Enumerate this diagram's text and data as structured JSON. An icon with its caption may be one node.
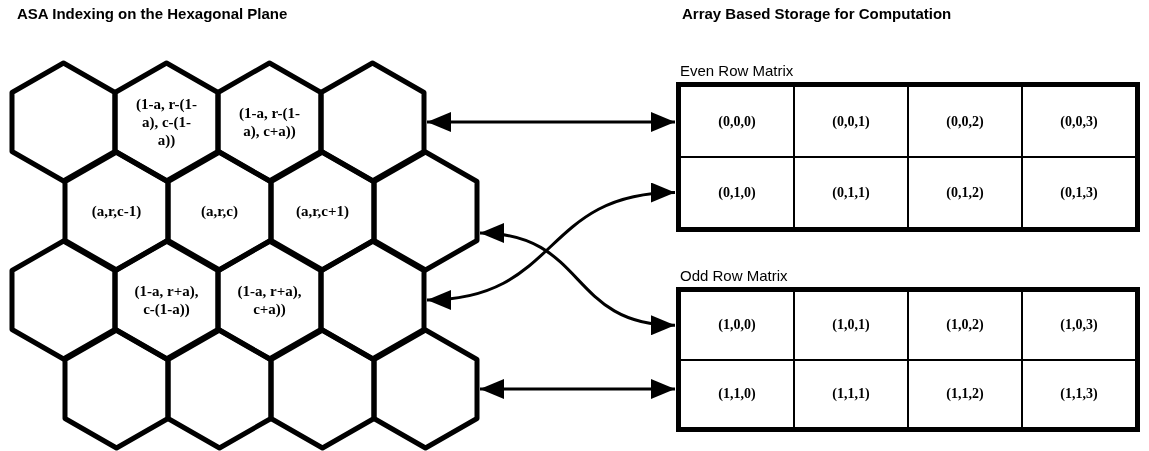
{
  "diagram": {
    "nodes": [
      {
        "text": [],
        "shape": "hexagon"
      },
      {
        "text": [
          "(1-a, r-(1-a), c-(1-a))"
        ]
      },
      {
        "text": [
          "(1-a, r-(1-a), c+a))"
        ]
      },
      {
        "text": [],
        "shape": "hexagon"
      },
      {
        "text": [
          "(a,r,c-1)"
        ]
      },
      {
        "text": [
          "(a,r,c)"
        ]
      },
      {
        "text": [
          "(a,r,c+1)"
        ]
      },
      {
        "text": [],
        "shape": "hexagon"
      },
      {
        "text": [],
        "shape": "hexagon"
      },
      {
        "text": [
          "(1-a, r+a), c-(1-a))"
        ]
      },
      {
        "text": [
          "(1-a, r+a), c+a))"
        ]
      },
      {
        "text": [],
        "shape": "hexagon"
      },
      {
        "text": [],
        "shape": "hexagon"
      },
      {
        "text": [],
        "shape": "hexagon"
      },
      {
        "text": [],
        "shape": "hexagon"
      },
      {
        "text": [],
        "shape": "hexagon"
      },
      {
        "text": [
          "Even Row Matrix"
        ]
      },
      {
        "text": [
          "(0,0,0)"
        ],
        "in": 16
      },
      {
        "text": [
          "(0,0,1)"
        ],
        "in": 16
      },
      {
        "text": [
          "(0,0,2)"
        ],
        "in": 16
      },
      {
        "text": [
          "(0,0,3)"
        ],
        "in": 16
      },
      {
        "text": [
          "(0,1,0)"
        ],
        "in": 16
      },
      {
        "text": [
          "(0,1,1)"
        ],
        "in": 16
      },
      {
        "text": [
          "(0,1,2)"
        ],
        "in": 16
      },
      {
        "text": [
          "(0,1,3)"
        ],
        "in": 16
      },
      {
        "text": [
          "Odd Row Matrix"
        ]
      },
      {
        "text": [
          "(1,0,0)"
        ],
        "in": 25
      },
      {
        "text": [
          "(1,0,1)"
        ],
        "in": 25
      },
      {
        "text": [
          "(1,0,2)"
        ],
        "in": 25
      },
      {
        "text": [
          "(1,0,3)"
        ],
        "in": 25
      },
      {
        "text": [
          "(1,1,0)"
        ],
        "in": 25
      },
      {
        "text": [
          "(1,1,1)"
        ],
        "in": 25
      },
      {
        "text": [
          "(1,1,2)"
        ],
        "in": 25
      },
      {
        "text": [
          "(1,1,3)"
        ],
        "in": 25
      }
    ],
    "edges": [
      {
        "from": 3,
        "to": 17,
        "arrow": "both"
      },
      {
        "from": 7,
        "to": 26,
        "arrow": "both"
      },
      {
        "from": 11,
        "to": 21,
        "arrow": "both"
      },
      {
        "from": 15,
        "to": 30,
        "arrow": "both"
      }
    ],
    "labels": [
      "ASA Indexing on the Hexagonal Plane",
      "Array Based Storage for Computation"
    ]
  }
}
